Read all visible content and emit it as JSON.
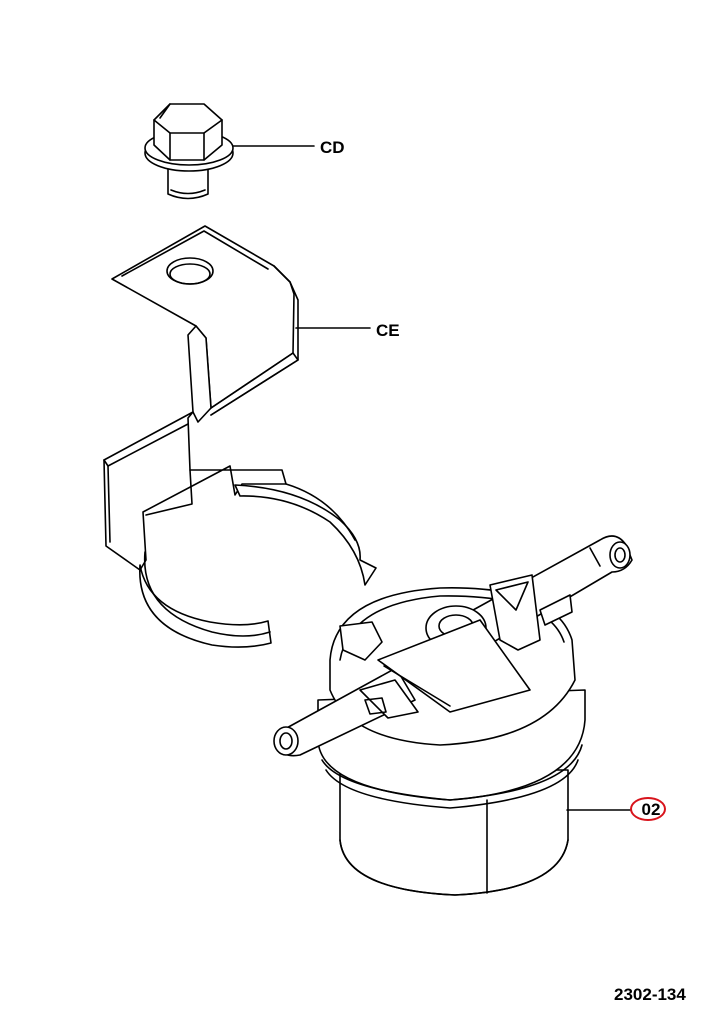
{
  "parts": [
    {
      "id": "cd",
      "label": "CD",
      "depicts": "flange bolt"
    },
    {
      "id": "ce",
      "label": "CE",
      "depicts": "bracket"
    },
    {
      "id": "02",
      "label": "02",
      "depicts": "fuel filter",
      "highlight_color": "#d8141c"
    }
  ],
  "figure_id": "2302-134",
  "colors": {
    "line": "#000000",
    "background": "#ffffff",
    "highlight": "#d8141c"
  }
}
